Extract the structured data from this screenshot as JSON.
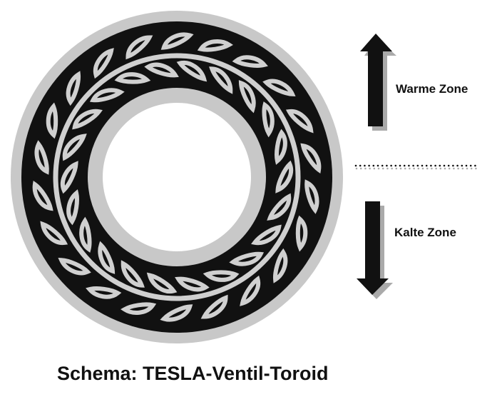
{
  "title": "Schema: TESLA-Ventil-Toroid",
  "labels": {
    "warm": "Warme Zone",
    "cold": "Kalte Zone"
  },
  "colors": {
    "ring_dark": "#111111",
    "ring_light": "#c8c8c8",
    "shadow": "#aaaaaa"
  }
}
